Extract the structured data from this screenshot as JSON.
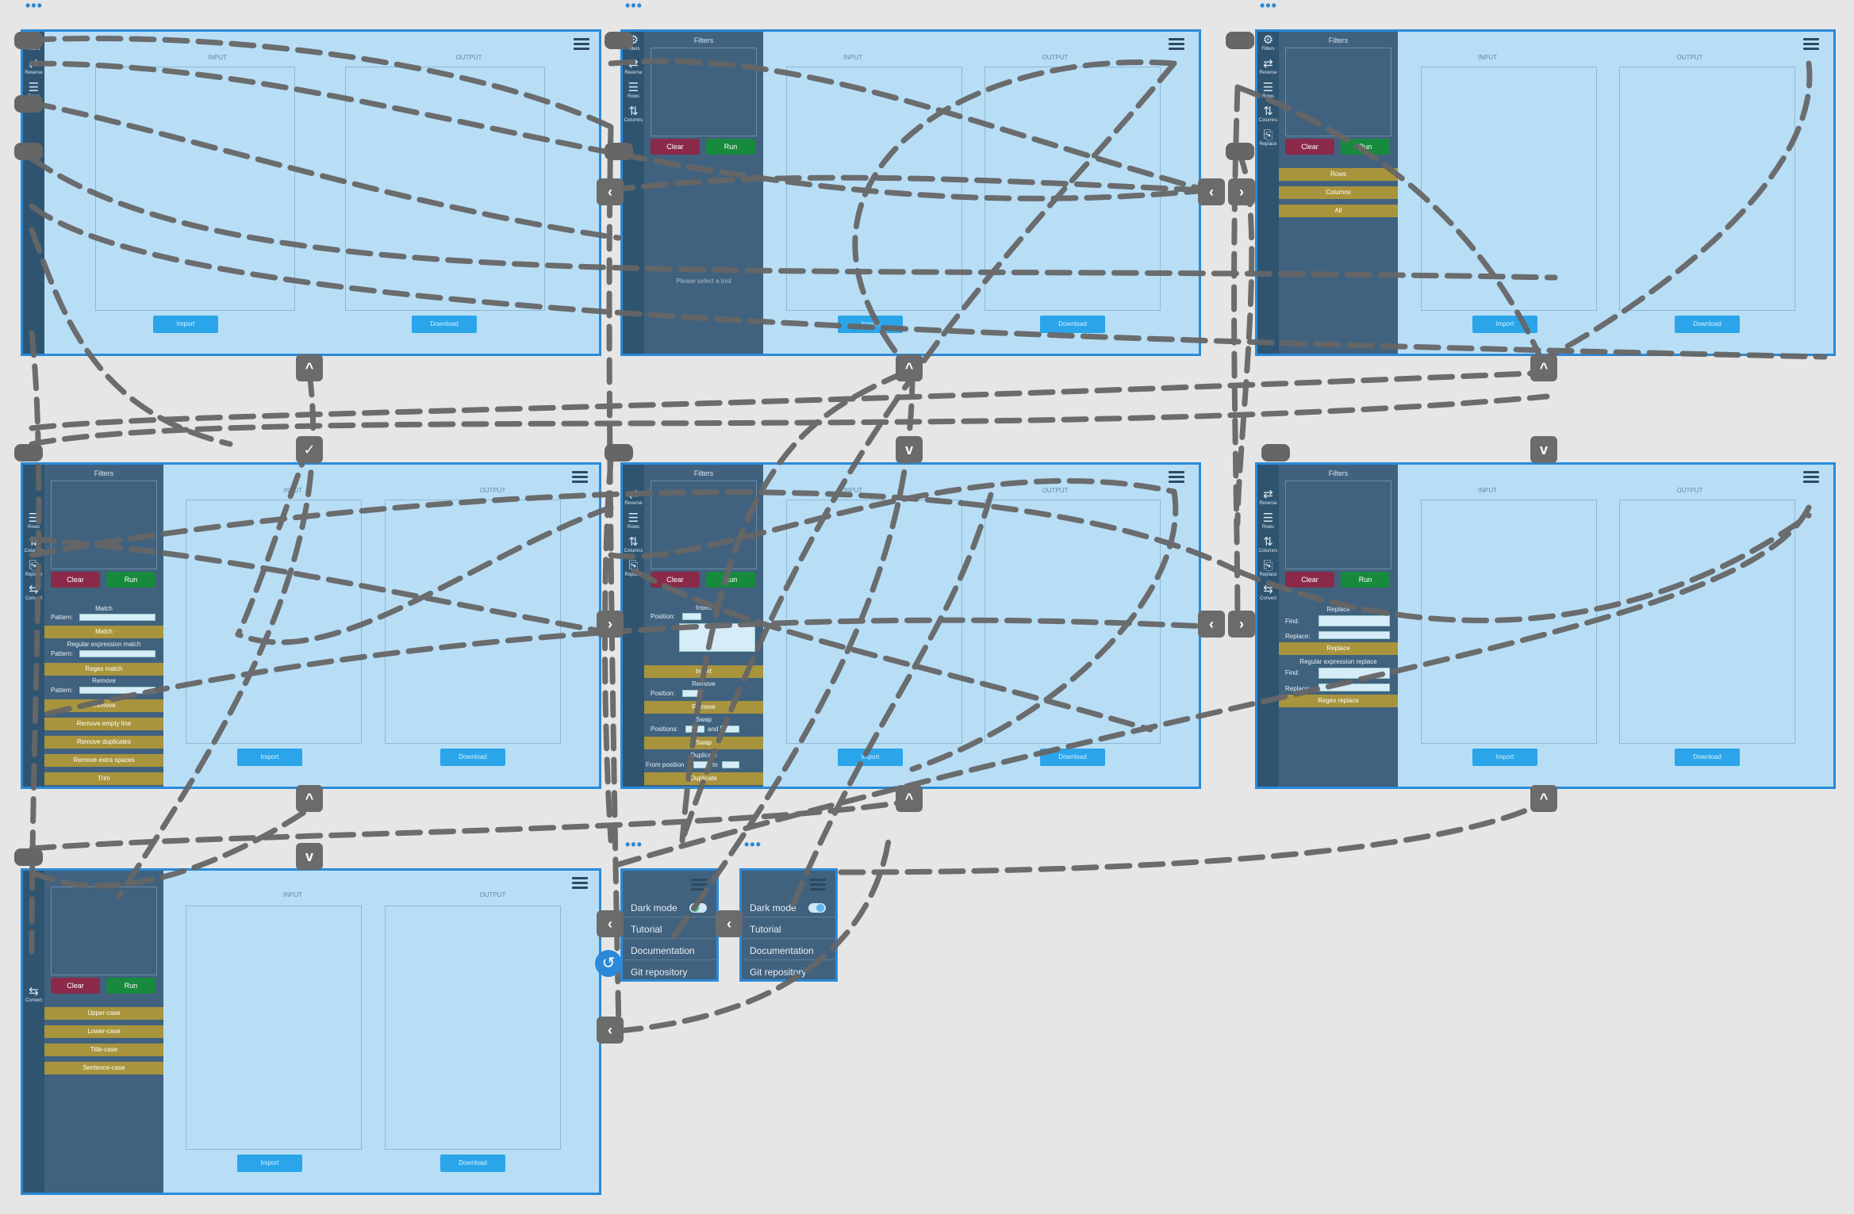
{
  "filters_title": "Filters",
  "icon_labels": {
    "filters": "Filters",
    "reverse": "Reverse",
    "rows": "Rows",
    "columns": "Columns",
    "replace": "Replace",
    "convert": "Convert"
  },
  "input_label": "INPUT",
  "output_label": "OUTPUT",
  "import_label": "Import",
  "download_label": "Download",
  "clear_label": "Clear",
  "run_label": "Run",
  "placeholder_text": "Please select a tool",
  "reverse_tool": {
    "rows": "Rows",
    "columns": "Columns",
    "all": "All"
  },
  "rows_tool": {
    "match_title": "Match",
    "pattern_label": "Pattern:",
    "match_btn": "Match",
    "regex_title": "Regular expression match",
    "regex_btn": "Regex match",
    "remove_title": "Remove",
    "remove_btn": "Remove",
    "remove_empty": "Remove empty line",
    "remove_dup": "Remove duplicates",
    "remove_extra": "Remove extra spaces",
    "trim": "Trim"
  },
  "columns_tool": {
    "insert_title": "Insert",
    "position_label": "Position:",
    "insert_btn": "Insert",
    "remove_title": "Remove",
    "remove_btn": "Remove",
    "swap_title": "Swap",
    "positions_label": "Positions:",
    "and_label": "and",
    "swap_btn": "Swap",
    "dup_title": "Duplicate",
    "from_label": "From position",
    "to_label": "to",
    "dup_btn": "Duplicate"
  },
  "replace_tool": {
    "replace_title": "Replace",
    "find_label": "Find:",
    "replace_label": "Replace:",
    "replace_btn": "Replace",
    "regex_title": "Regular expression replace",
    "regex_btn": "Regex replace"
  },
  "convert_tool": {
    "upper": "Upper-case",
    "lower": "Lower-case",
    "title": "Title-case",
    "sentence": "Sentence-case"
  },
  "menu": {
    "dark_mode": "Dark mode",
    "tutorial": "Tutorial",
    "documentation": "Documentation",
    "git": "Git repository"
  },
  "colors": {
    "canvas": "#e6e6e6",
    "artboard_bg": "#b8def6",
    "artboard_border": "#2a8ad8",
    "sidebar": "#41627e",
    "iconbar": "#2f5470",
    "gold": "#a8943c",
    "clear": "#8a2a48",
    "run": "#178a3e",
    "primary": "#2aa5ea",
    "wire": "#666666"
  }
}
